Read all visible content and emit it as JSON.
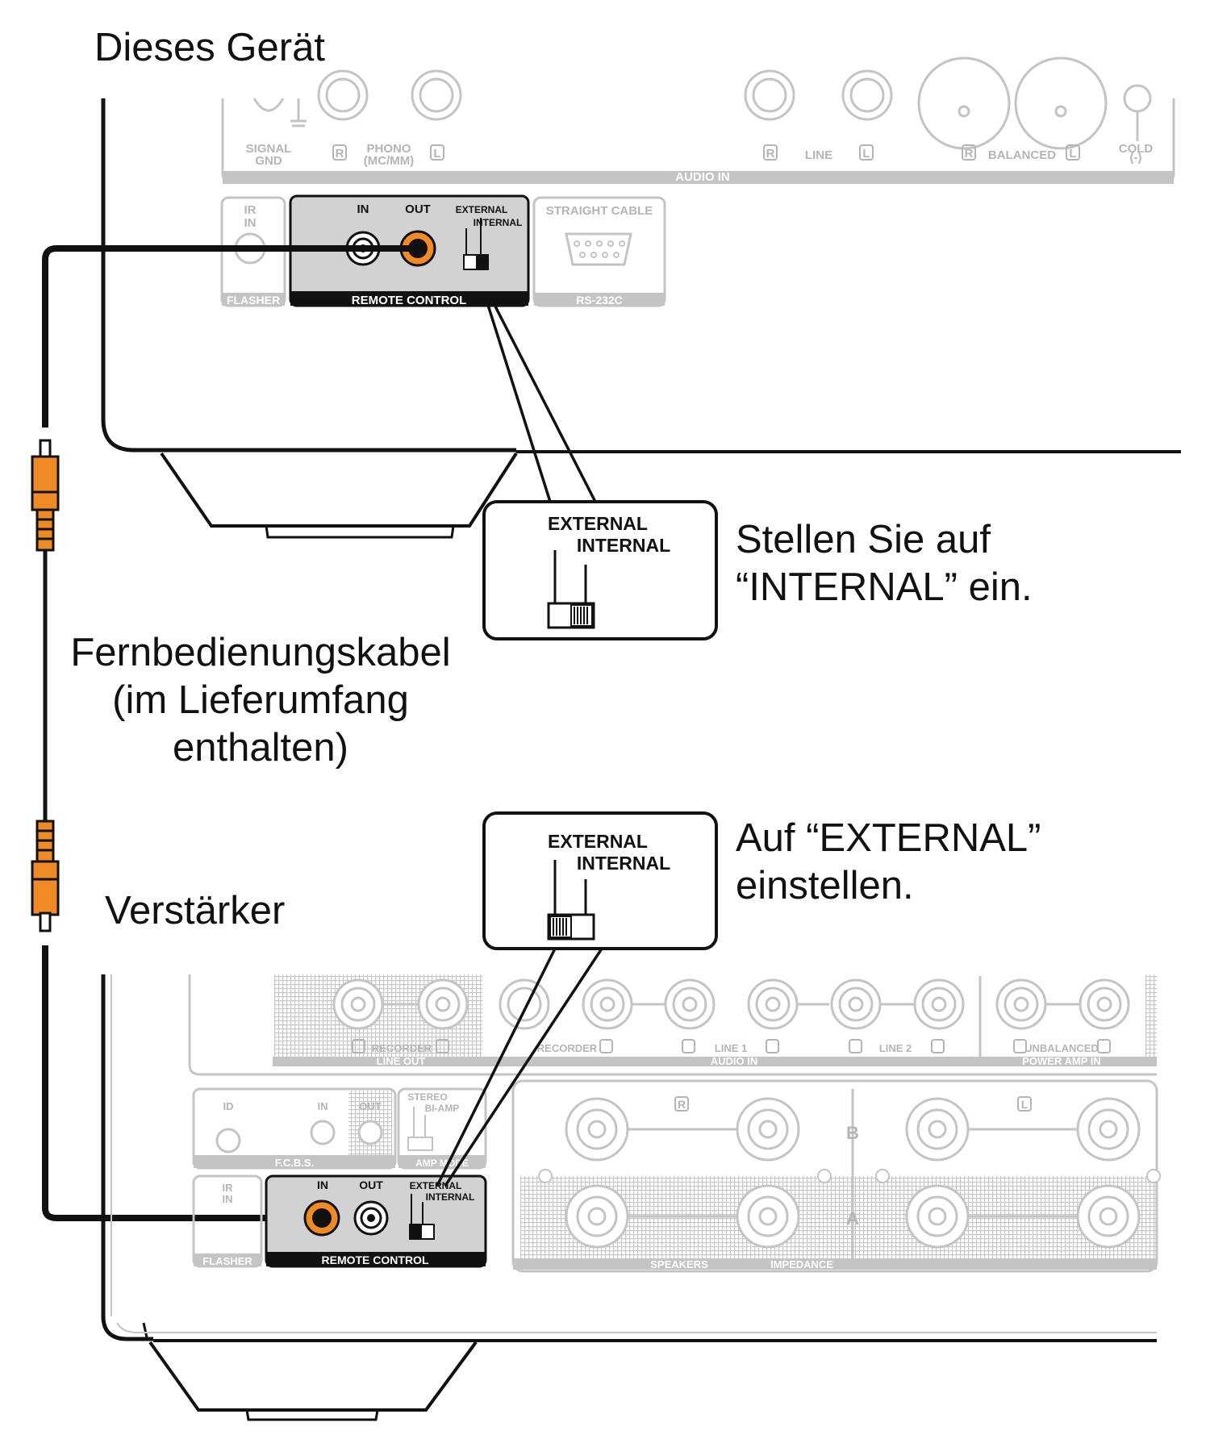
{
  "labels": {
    "device_top": "Dieses Gerät",
    "device_bottom": "Verstärker",
    "cable_line1": "Fernbedienungskabel",
    "cable_line2": "(im Lieferumfang",
    "cable_line3": "enthalten)",
    "instr_top_line1": "Stellen Sie auf",
    "instr_top_line2": "“INTERNAL” ein.",
    "instr_bottom_line1": "Auf “EXTERNAL”",
    "instr_bottom_line2": "einstellen."
  },
  "top_panel": {
    "signal_gnd": [
      "SIGNAL",
      "GND"
    ],
    "phono": [
      "PHONO",
      "(MC/MM)"
    ],
    "r": "R",
    "l": "L",
    "line": "LINE",
    "balanced": "BALANCED",
    "cold": [
      "COLD",
      "(-)"
    ],
    "audio_in": "AUDIO IN",
    "ir_in": [
      "IR",
      "IN"
    ],
    "flasher": "FLASHER",
    "in": "IN",
    "out": "OUT",
    "external": "EXTERNAL",
    "internal": "INTERNAL",
    "remote_control": "REMOTE CONTROL",
    "straight_cable": "STRAIGHT CABLE",
    "rs232c": "RS-232C"
  },
  "callouts": {
    "external": "EXTERNAL",
    "internal": "INTERNAL"
  },
  "bottom_panel": {
    "recorder": "RECORDER",
    "line_out": "LINE OUT",
    "line1": "LINE 1",
    "line2": "LINE 2",
    "audio_in": "AUDIO IN",
    "unbalanced": "UNBALANCED",
    "power_amp_in": "POWER AMP IN",
    "id": "ID",
    "in": "IN",
    "out": "OUT",
    "fcbs": "F.C.B.S.",
    "stereo": "STEREO",
    "bi_amp": "BI-AMP",
    "amp_mode": "AMP MODE",
    "r": "R",
    "l": "L",
    "b": "B",
    "a": "A",
    "speakers": "SPEAKERS",
    "impedance": "IMPEDANCE",
    "ir_in": [
      "IR",
      "IN"
    ],
    "flasher": "FLASHER",
    "external": "EXTERNAL",
    "internal": "INTERNAL",
    "remote_control": "REMOTE CONTROL"
  },
  "colors": {
    "line": "#111111",
    "faded": "#c4c4c4",
    "faded_text": "#b5b5b5",
    "panel_fill": "#d2d2d2",
    "plug": "#f08a24",
    "jack_highlight": "#f08a24"
  }
}
